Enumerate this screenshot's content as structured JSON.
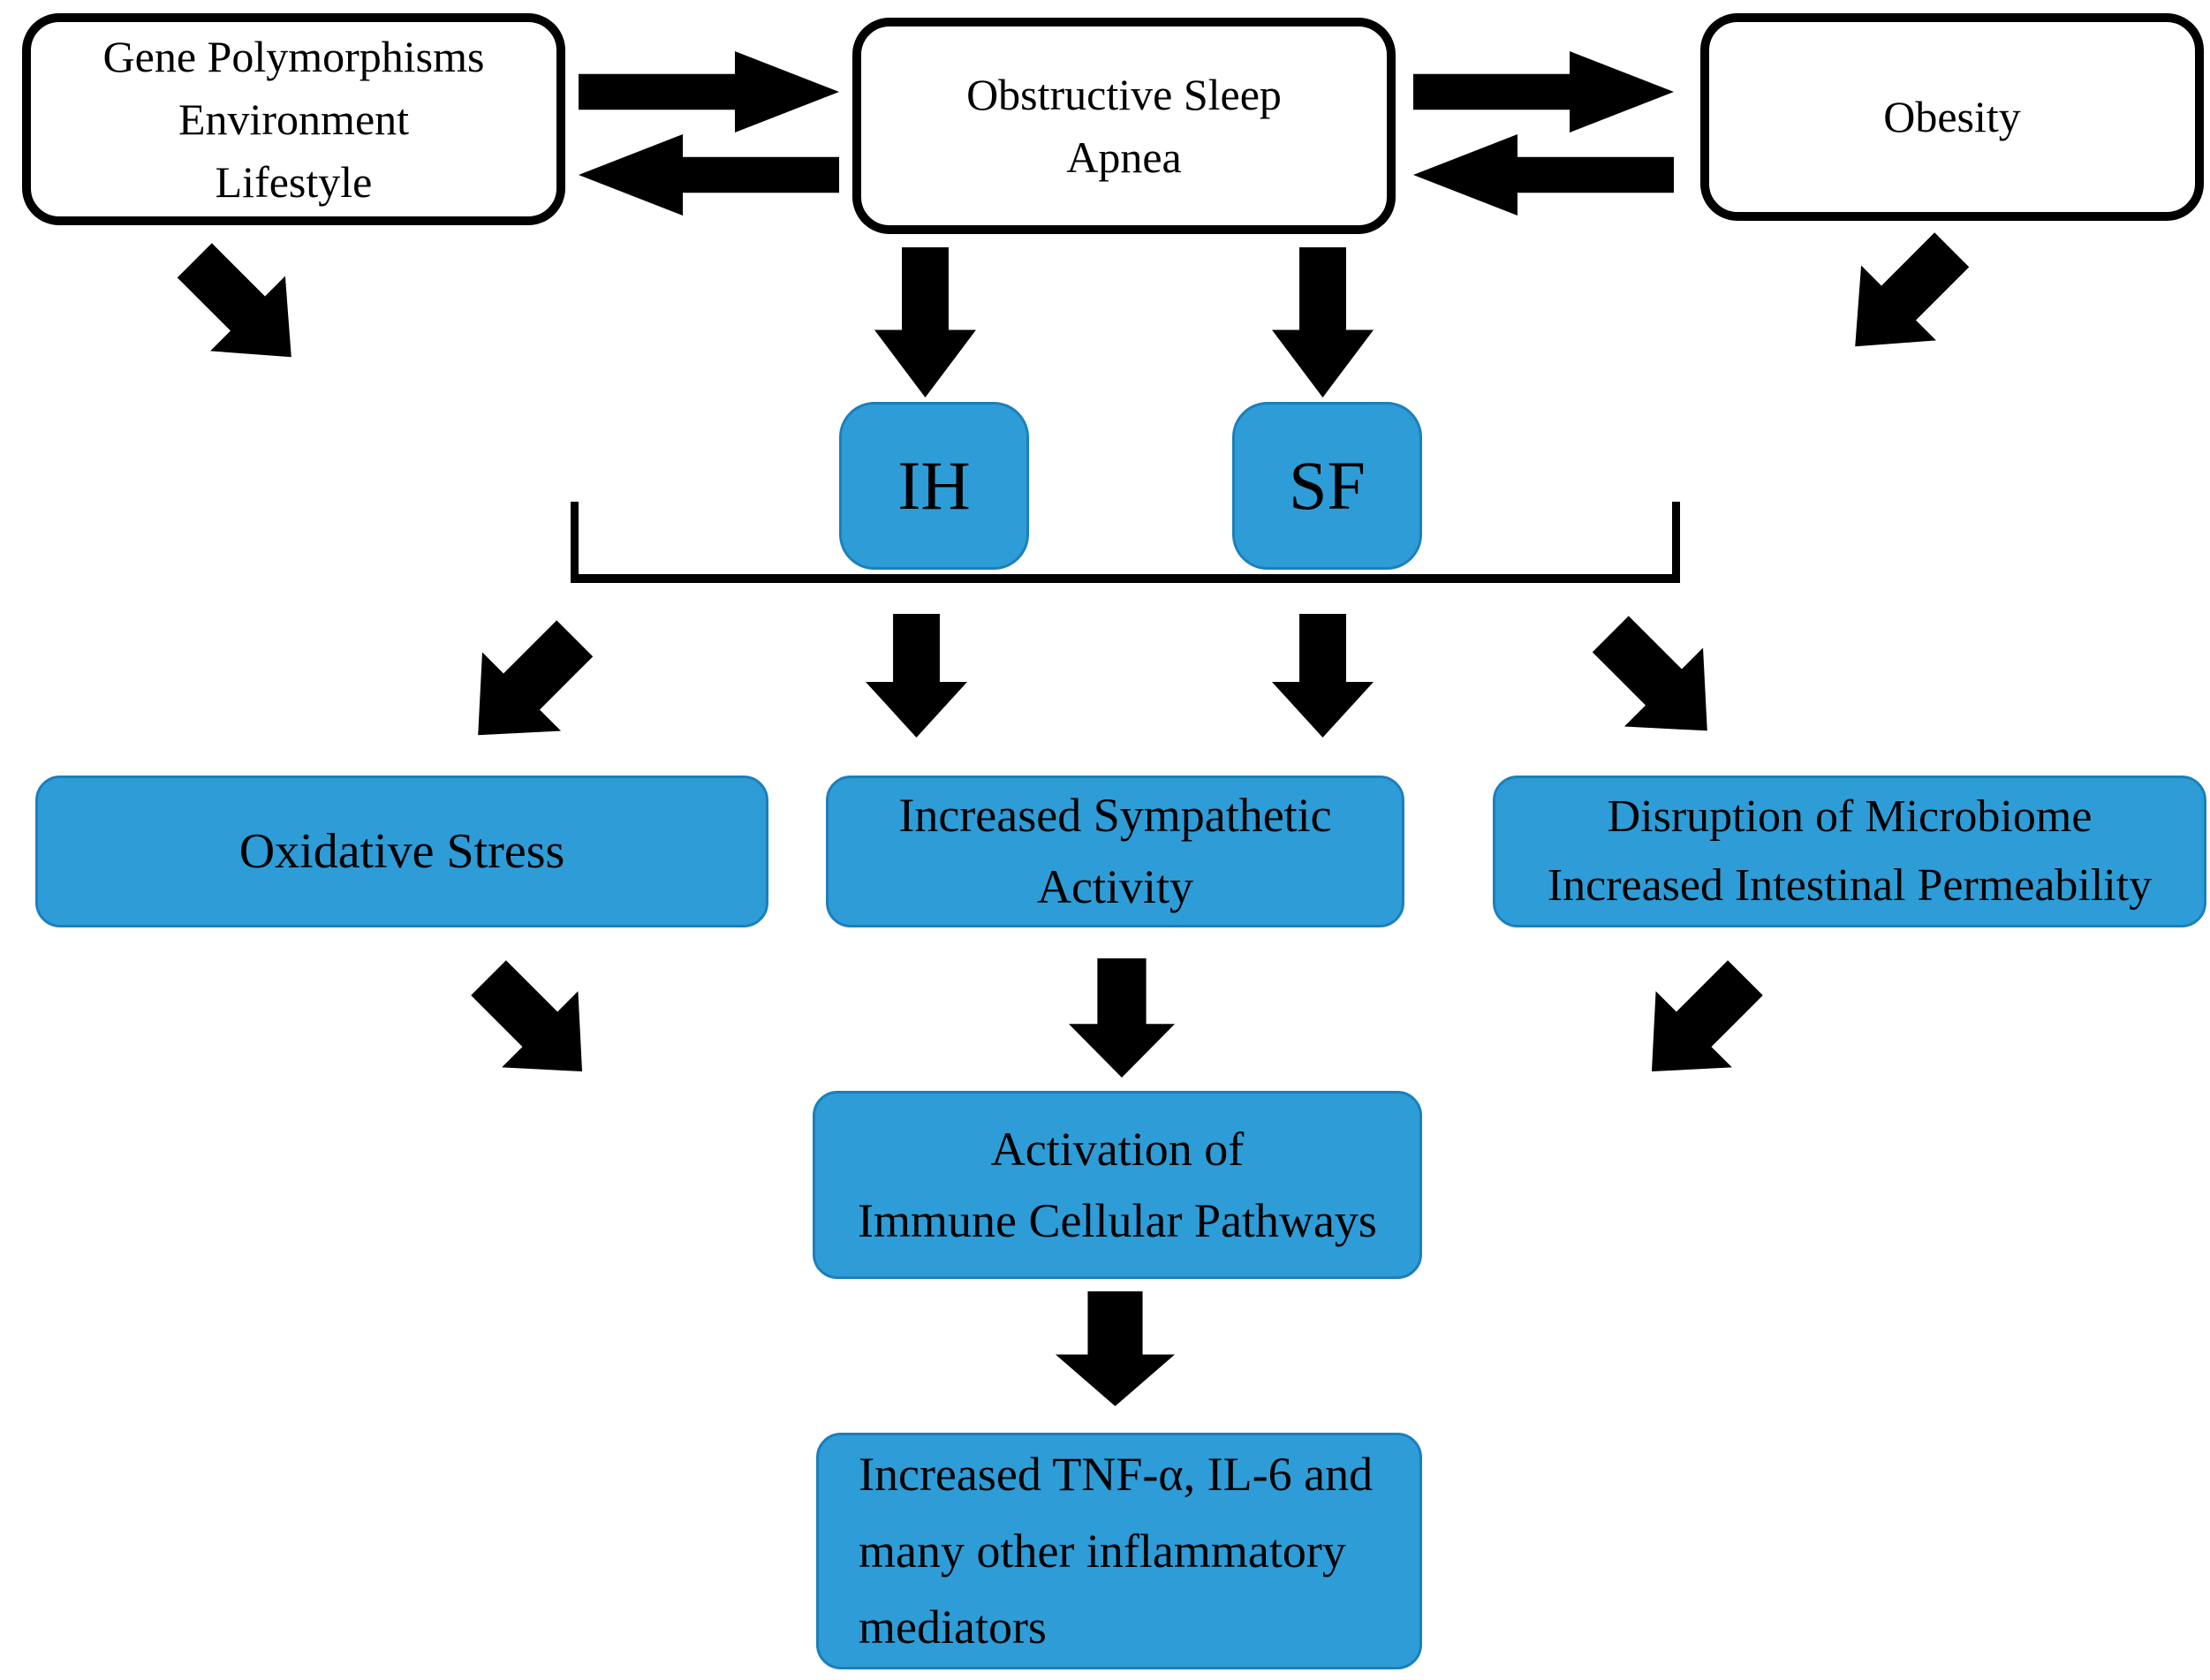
{
  "colors": {
    "background": "#ffffff",
    "white_node_fill": "#ffffff",
    "white_node_border": "#000000",
    "blue_node_fill": "#2E9CD6",
    "blue_node_border": "#1B7FBB",
    "arrow": "#000000"
  },
  "nodes": {
    "gene_env_lifestyle": {
      "label": "Gene Polymorphisms\nEnvironment\nLifestyle"
    },
    "obstructive_sleep_apnea": {
      "label": "Obstructive Sleep\nApnea"
    },
    "obesity": {
      "label": "Obesity"
    },
    "ih": {
      "label": "IH"
    },
    "sf": {
      "label": "SF"
    },
    "oxidative_stress": {
      "label": "Oxidative Stress"
    },
    "increased_sympathetic_activity": {
      "label": "Increased Sympathetic\nActivity"
    },
    "microbiome_permeability": {
      "label": "Disruption of Microbiome\nIncreased Intestinal Permeability"
    },
    "immune_pathways": {
      "label": "Activation of\nImmune Cellular Pathways"
    },
    "inflammatory_mediators": {
      "label": "Increased TNF-α, IL-6 and\nmany other inflammatory\nmediators"
    }
  }
}
